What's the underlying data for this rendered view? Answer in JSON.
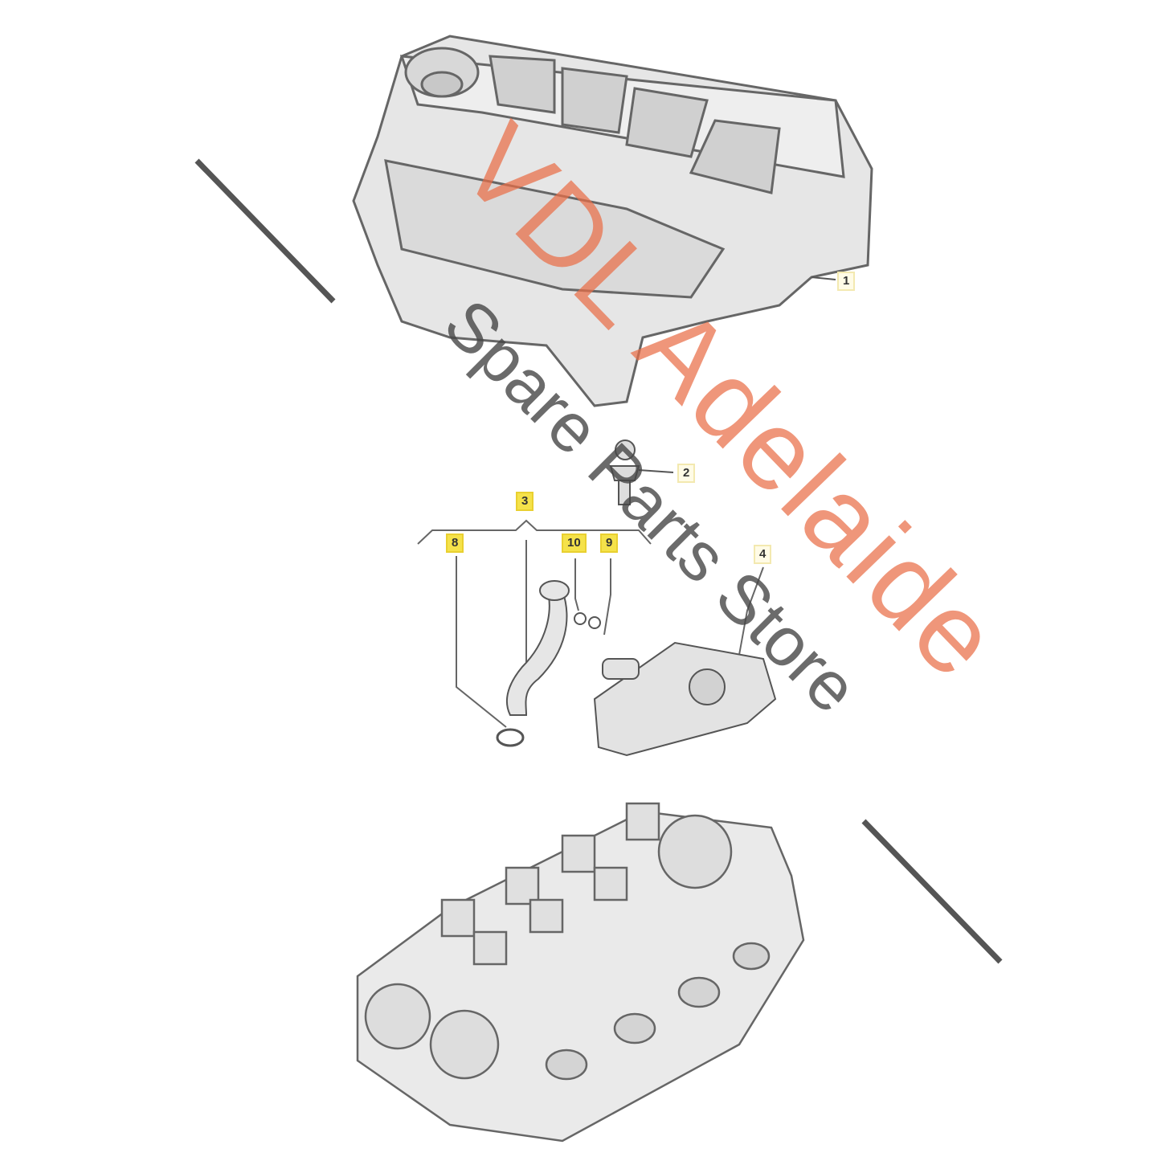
{
  "callouts": {
    "c1": "1",
    "c2": "2",
    "c3": "3",
    "c4": "4",
    "c8": "8",
    "c9": "9",
    "c10": "10"
  },
  "watermark": {
    "line1": "VDL Adelaide",
    "line2": "Spare Parts Store"
  },
  "colors": {
    "watermark_orange": "#e96e46",
    "callout_highlight": "#f5e24a"
  }
}
